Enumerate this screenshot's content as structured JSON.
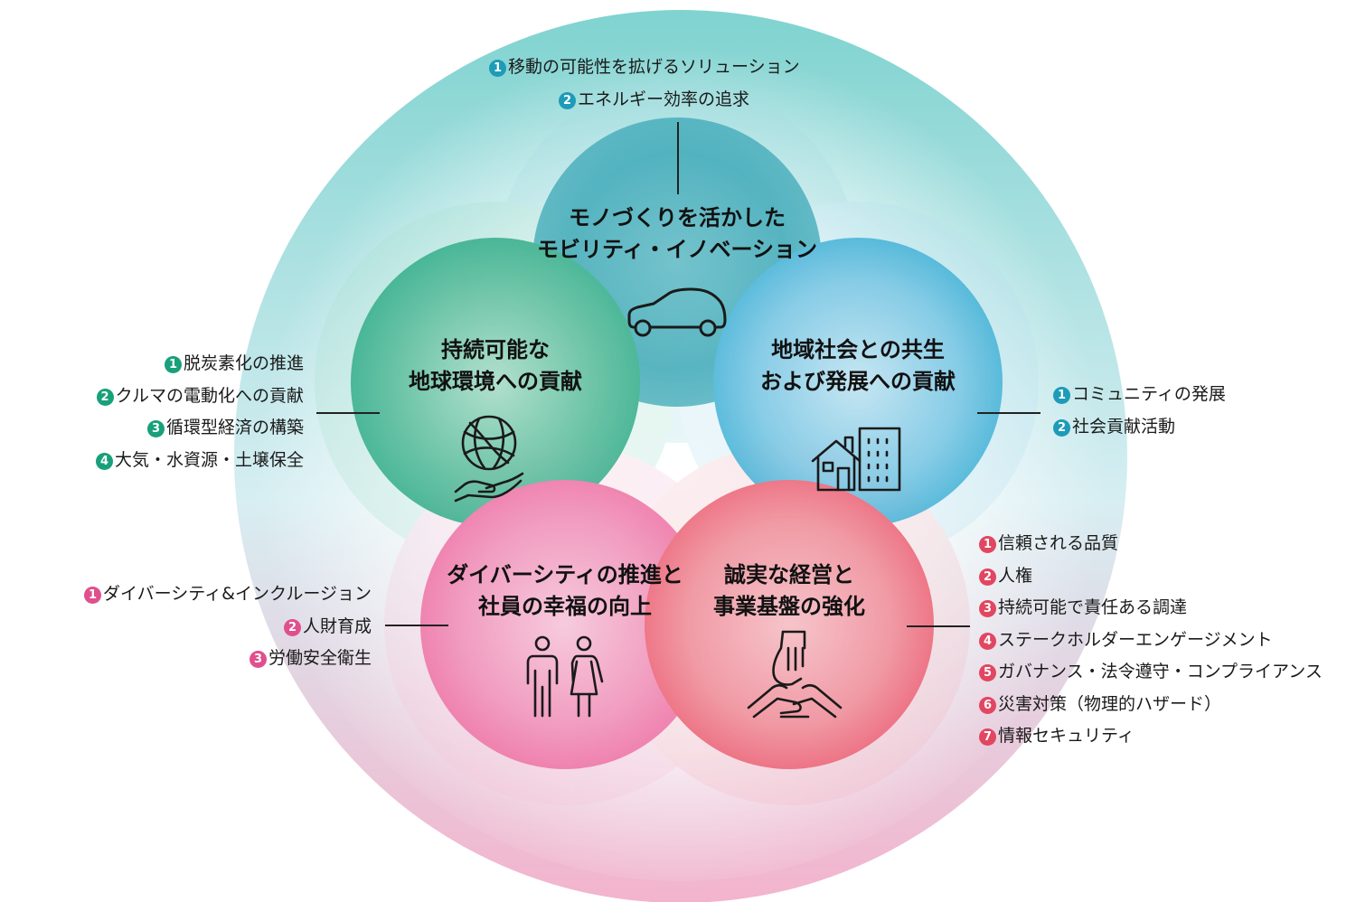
{
  "colors": {
    "outer_top": "#7fd3d0",
    "outer_bottom": "#f3b3cd",
    "top_circle": "#3aa7b6",
    "left_circle": "#2eab87",
    "right_circle": "#3fb0d6",
    "bottom_left_circle": "#ee6fa3",
    "bottom_right_circle": "#ec5f72",
    "badge_blue": "#1d9bb8",
    "badge_green": "#18a07a",
    "badge_pink": "#e0508c",
    "badge_red": "#e24660"
  },
  "circles": {
    "top": {
      "line1": "モノづくりを活かした",
      "line2": "モビリティ・イノベーション",
      "icon": "car-icon"
    },
    "left": {
      "line1": "持続可能な",
      "line2": "地球環境への貢献",
      "icon": "globe-in-hand-icon"
    },
    "right": {
      "line1": "地域社会との共生",
      "line2": "および発展への貢献",
      "icon": "buildings-icon"
    },
    "bottom_left": {
      "line1": "ダイバーシティの推進と",
      "line2": "社員の幸福の向上",
      "icon": "people-icon"
    },
    "bottom_right": {
      "line1": "誠実な経営と",
      "line2": "事業基盤の強化",
      "icon": "joined-hands-icon"
    }
  },
  "lists": {
    "top": [
      {
        "num": "1",
        "text": "移動の可能性を拡げるソリューション"
      },
      {
        "num": "2",
        "text": "エネルギー効率の追求"
      }
    ],
    "left": [
      {
        "num": "1",
        "text": "脱炭素化の推進"
      },
      {
        "num": "2",
        "text": "クルマの電動化への貢献"
      },
      {
        "num": "3",
        "text": "循環型経済の構築"
      },
      {
        "num": "4",
        "text": "大気・水資源・土壌保全"
      }
    ],
    "right": [
      {
        "num": "1",
        "text": "コミュニティの発展"
      },
      {
        "num": "2",
        "text": "社会貢献活動"
      }
    ],
    "bottom_left": [
      {
        "num": "1",
        "text": "ダイバーシティ&インクルージョン"
      },
      {
        "num": "2",
        "text": "人財育成"
      },
      {
        "num": "3",
        "text": "労働安全衛生"
      }
    ],
    "bottom_right": [
      {
        "num": "1",
        "text": "信頼される品質"
      },
      {
        "num": "2",
        "text": "人権"
      },
      {
        "num": "3",
        "text": "持続可能で責任ある調達"
      },
      {
        "num": "4",
        "text": "ステークホルダーエンゲージメント"
      },
      {
        "num": "5",
        "text": "ガバナンス・法令遵守・コンプライアンス"
      },
      {
        "num": "6",
        "text": "災害対策（物理的ハザード）"
      },
      {
        "num": "7",
        "text": "情報セキュリティ"
      }
    ]
  }
}
